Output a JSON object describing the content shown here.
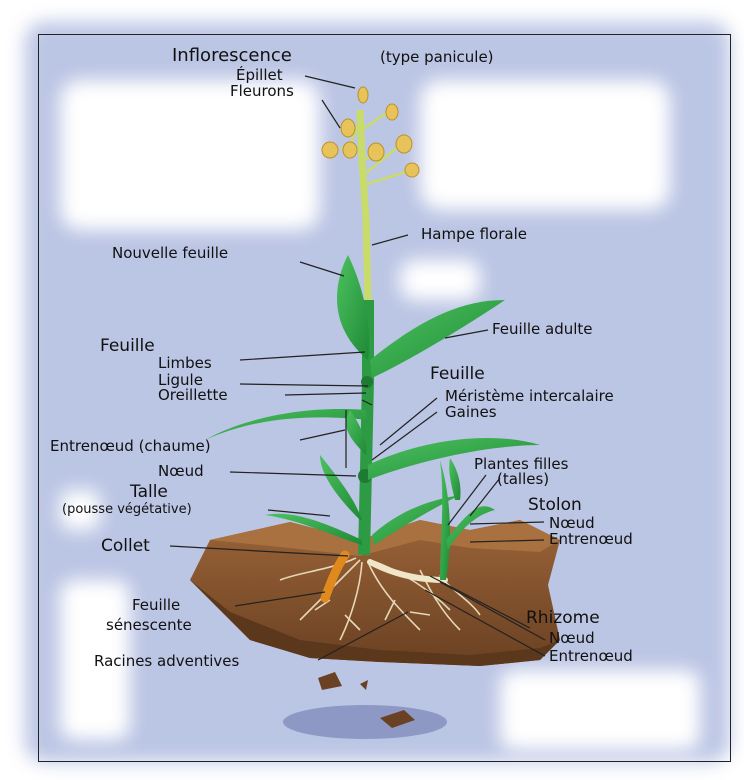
{
  "labels": {
    "inflorescence": "Inflorescence",
    "type_panicule": "(type panicule)",
    "epillet": "Épillet",
    "fleurons": "Fleurons",
    "hampe_florale": "Hampe florale",
    "nouvelle_feuille": "Nouvelle feuille",
    "feuille_adulte": "Feuille adulte",
    "feuille_left": "Feuille",
    "limbes": "Limbes",
    "ligule": "Ligule",
    "oreillette": "Oreillette",
    "feuille_right": "Feuille",
    "meristeme": "Méristème intercalaire",
    "gaines": "Gaines",
    "entrenoeud_chaume": "Entrenœud (chaume)",
    "noeud_left": "Nœud",
    "talle": "Talle",
    "pousse_vegetative": "(pousse végétative)",
    "plantes_filles": "Plantes filles",
    "talles": "(talles)",
    "stolon": "Stolon",
    "stolon_noeud": "Nœud",
    "stolon_entrenoeud": "Entrenœud",
    "collet": "Collet",
    "rhizome": "Rhizome",
    "rhizome_noeud": "Nœud",
    "rhizome_entrenoeud": "Entrenœud",
    "feuille_senescente_1": "Feuille",
    "feuille_senescente_2": "sénescente",
    "racines_adventives": "Racines adventives"
  },
  "colors": {
    "leaf": "#2fa84a",
    "leaf_dark": "#1f7d33",
    "stem": "#c9dc6a",
    "spikelet": "#e8c35a",
    "soil": "#8b5a33",
    "soil_dark": "#5e3a1f",
    "glow": "#aab6dd",
    "shadow": "#8e9ac4"
  }
}
